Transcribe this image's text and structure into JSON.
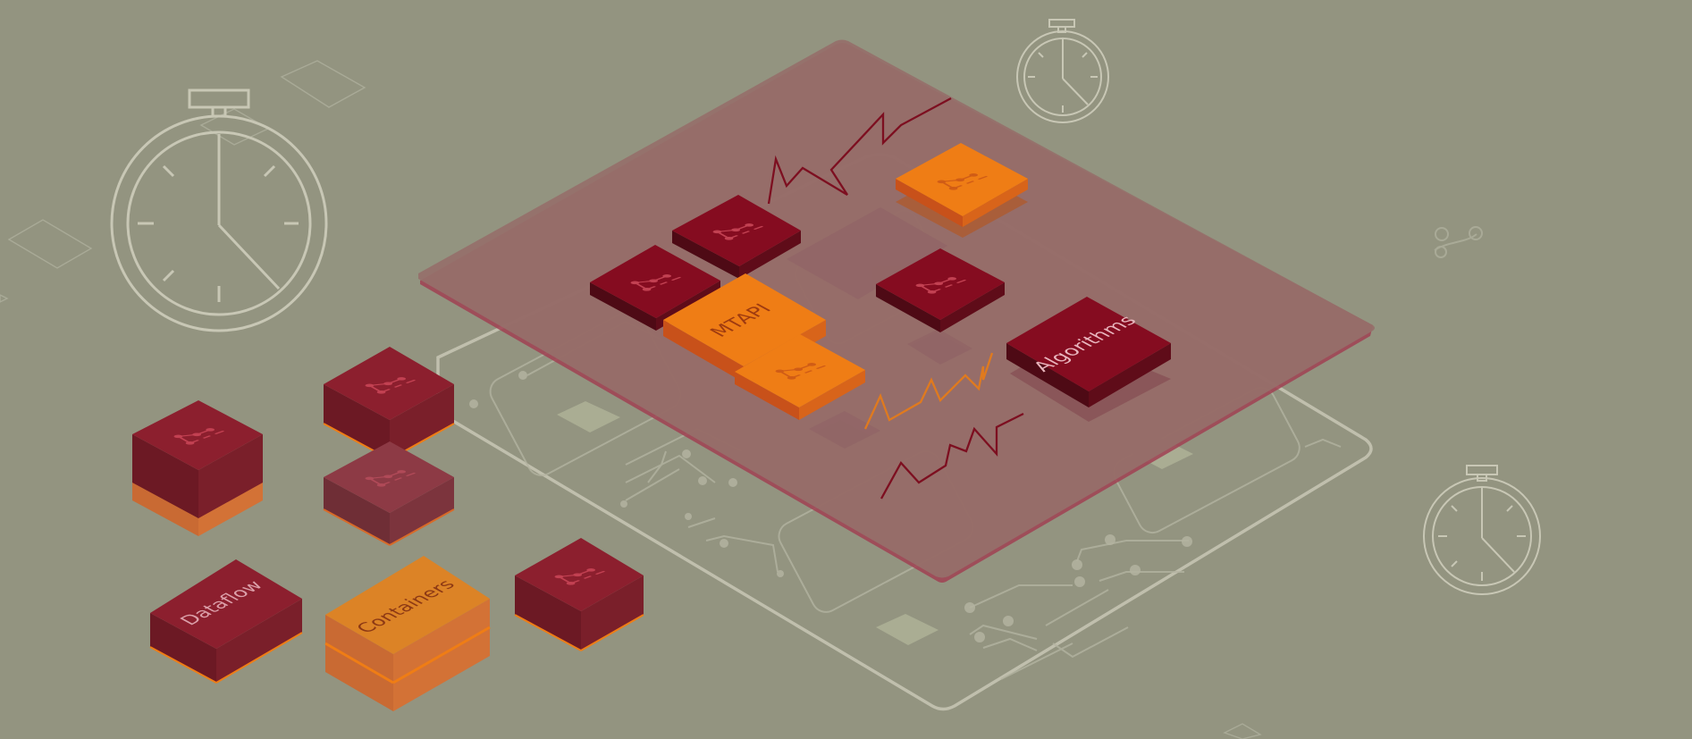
{
  "labels": {
    "mtapi": "MTAPI",
    "algorithms": "Algorithms",
    "dataflow": "Dataflow",
    "containers": "Containers"
  },
  "icons": {
    "stopwatch": "stopwatch-icon",
    "task_graph": "task-graph-icon",
    "heartbeat": "heartbeat-line"
  },
  "colors": {
    "background": "#939480",
    "panel": "#96706a",
    "dark_red": "#8a0d22",
    "muted_red": "#8c2a35",
    "orange": "#ef7d15",
    "orange_muted": "#dc8326",
    "outline": "#c8c7b5"
  }
}
